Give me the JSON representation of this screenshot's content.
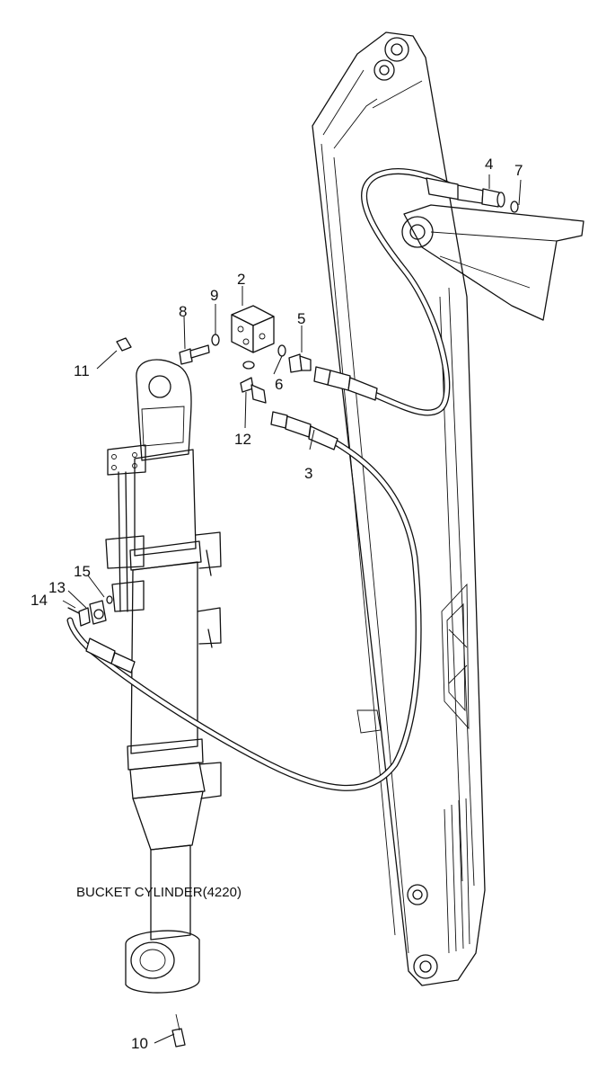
{
  "diagram": {
    "caption": "BUCKET CYLINDER(4220)",
    "callouts": [
      {
        "id": "1",
        "label": "2"
      },
      {
        "id": "2",
        "label": "3"
      },
      {
        "id": "3",
        "label": "4"
      },
      {
        "id": "4",
        "label": "5"
      },
      {
        "id": "5",
        "label": "6"
      },
      {
        "id": "6",
        "label": "7"
      },
      {
        "id": "7",
        "label": "8"
      },
      {
        "id": "8",
        "label": "9"
      },
      {
        "id": "9",
        "label": "10"
      },
      {
        "id": "10",
        "label": "11"
      },
      {
        "id": "11",
        "label": "12"
      },
      {
        "id": "12",
        "label": "13"
      },
      {
        "id": "13",
        "label": "14"
      },
      {
        "id": "14",
        "label": "15"
      }
    ]
  }
}
